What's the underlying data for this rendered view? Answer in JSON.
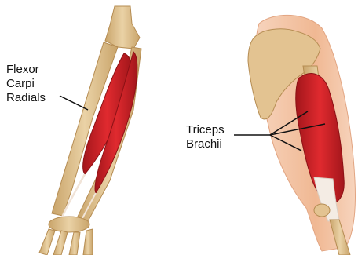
{
  "labels": {
    "flexor_carpi_radialis": [
      "Flexor",
      "Carpi",
      "Radials"
    ],
    "triceps_brachii": [
      "Triceps",
      "Brachii"
    ]
  },
  "colors": {
    "bone": "#e2c79a",
    "bone_shadow": "#c9a46a",
    "muscle": "#d8252a",
    "muscle_dark": "#a3161b",
    "skin": "#f5c7a8",
    "tendon": "#f4ece4"
  }
}
